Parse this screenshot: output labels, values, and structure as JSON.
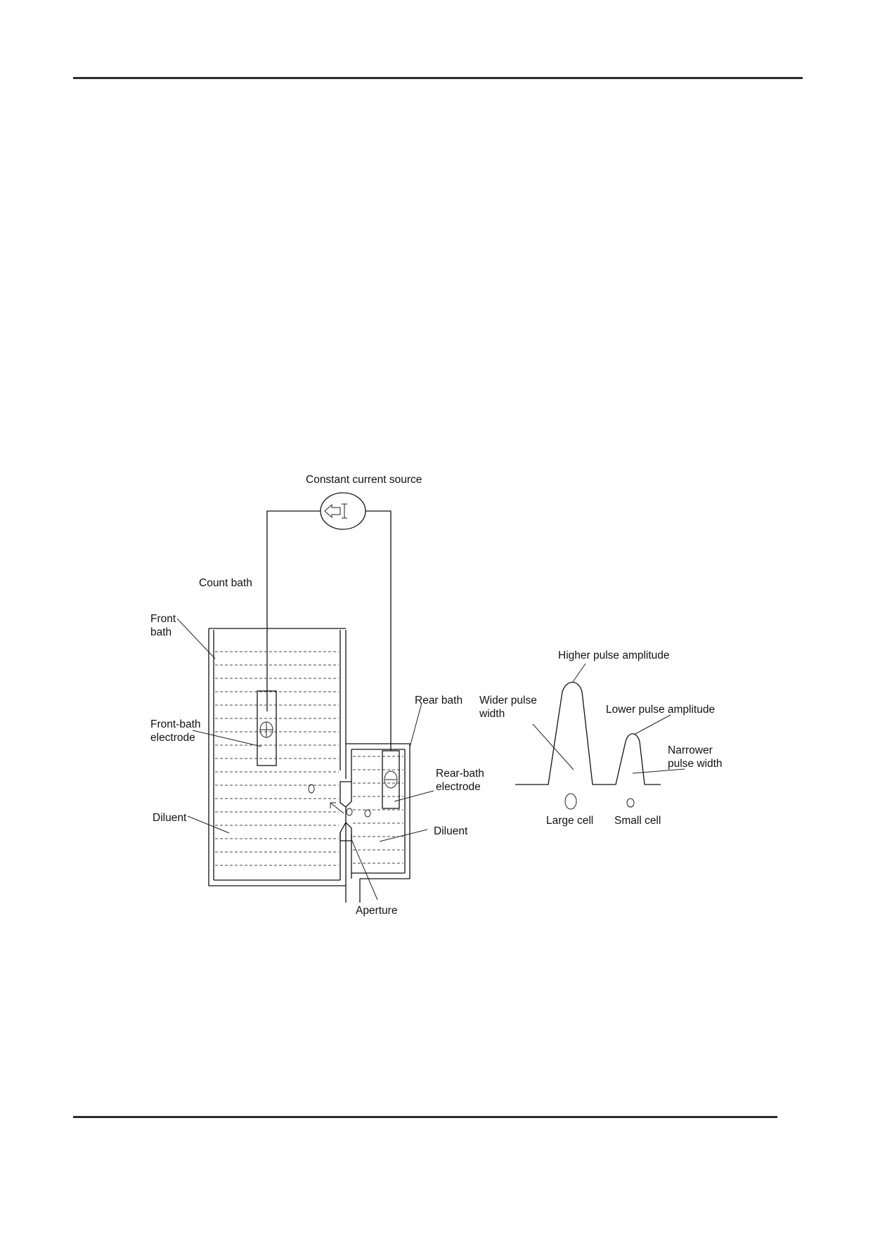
{
  "labels": {
    "constant_current_source": "Constant current source",
    "count_bath": "Count bath",
    "front_bath_1": "Front",
    "front_bath_2": "bath",
    "front_electrode_1": "Front-bath",
    "front_electrode_2": "electrode",
    "diluent_front": "Diluent",
    "rear_bath": "Rear bath",
    "rear_electrode_1": "Rear-bath",
    "rear_electrode_2": "electrode",
    "diluent_rear": "Diluent",
    "aperture": "Aperture",
    "higher_pulse_amplitude": "Higher pulse amplitude",
    "wider_pulse_width_1": "Wider pulse",
    "wider_pulse_width_2": "width",
    "lower_pulse_amplitude": "Lower pulse amplitude",
    "narrower_pulse_width_1": "Narrower",
    "narrower_pulse_width_2": "pulse width",
    "large_cell": "Large cell",
    "small_cell": "Small cell"
  },
  "icons": {
    "current_source": "circle-with-arrow-and-I",
    "front_electrode": "plus-in-circle",
    "rear_electrode": "minus-in-circle"
  }
}
